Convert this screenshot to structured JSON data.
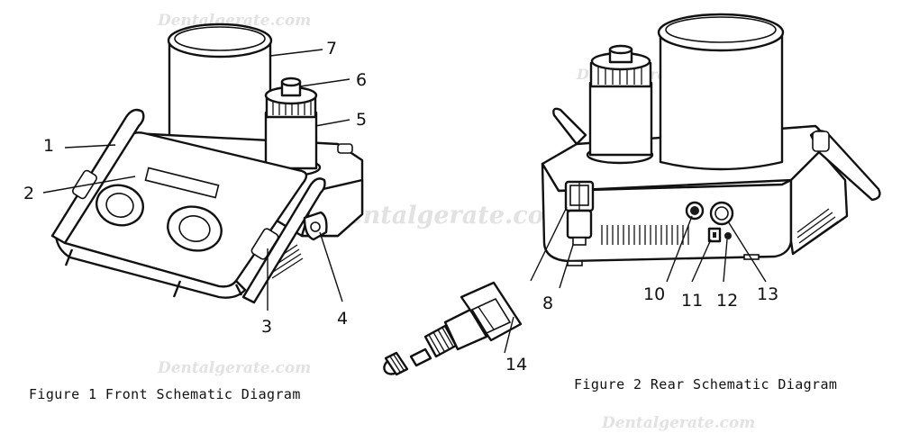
{
  "figures": [
    {
      "caption": "Figure 1 Front Schematic Diagram",
      "callouts": [
        "1",
        "2",
        "3",
        "4",
        "5",
        "6",
        "7"
      ]
    },
    {
      "caption": "Figure 2 Rear Schematic Diagram",
      "callouts": [
        "8",
        "10",
        "11",
        "12",
        "13"
      ]
    },
    {
      "caption": "",
      "callouts": [
        "14"
      ]
    }
  ],
  "watermark": "Dentalgerate.com",
  "colors": {
    "ink": "#111111",
    "watermark": "#e2e2e2",
    "background": "#ffffff"
  }
}
